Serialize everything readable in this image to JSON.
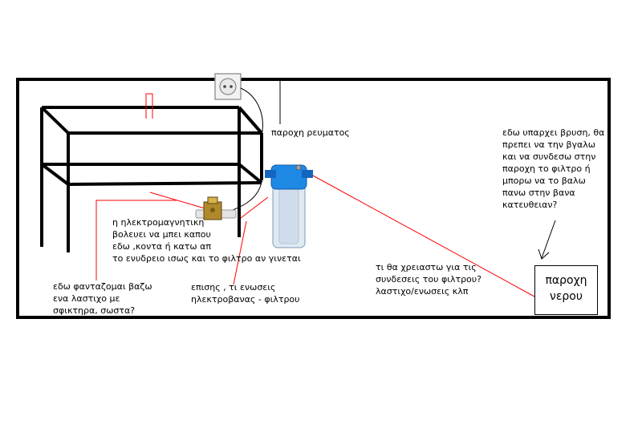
{
  "labels": {
    "power": "παροχη ρευματος",
    "faucet": [
      "εδω υπαρχει βρυση, θα",
      "πρεπει να την βγαλω",
      "και να συνδεσω στην",
      "παροχη το φιλτρο ή",
      "μπορω να το βαλω",
      "πανω στην βανα",
      "κατευθειαν?"
    ],
    "valve": [
      "η ηλεκτρομαγνητικη",
      "βολευει να μπει καπου",
      "εδω ,κοντα ή κατω απ",
      "το ενυδρειο ισως και το φιλτρο αν γινεται"
    ],
    "hose": [
      "εδω φανταζομαι βαζω",
      "ενα λαστιχο με",
      "σφικτηρα, σωστα?"
    ],
    "connections": [
      "επισης , τι ενωσεις",
      "ηλεκτροβανας - φιλτρου"
    ],
    "filter_question": [
      "τι θα χρειαστω για τις",
      "συνδεσεις του φιλτρου?",
      "λαστιχο/ενωσεις κλπ"
    ],
    "water_supply": [
      "παροχη",
      "νερου"
    ]
  },
  "colors": {
    "frame": "#000000",
    "annotation_line": "#ff0000",
    "filter_cap": "#1e88e5",
    "filter_body": "#dfe9f2",
    "valve_body": "#b08a2a"
  },
  "icons": {
    "outlet": "power-outlet-icon",
    "filter": "water-filter-icon",
    "valve": "solenoid-valve-icon"
  }
}
